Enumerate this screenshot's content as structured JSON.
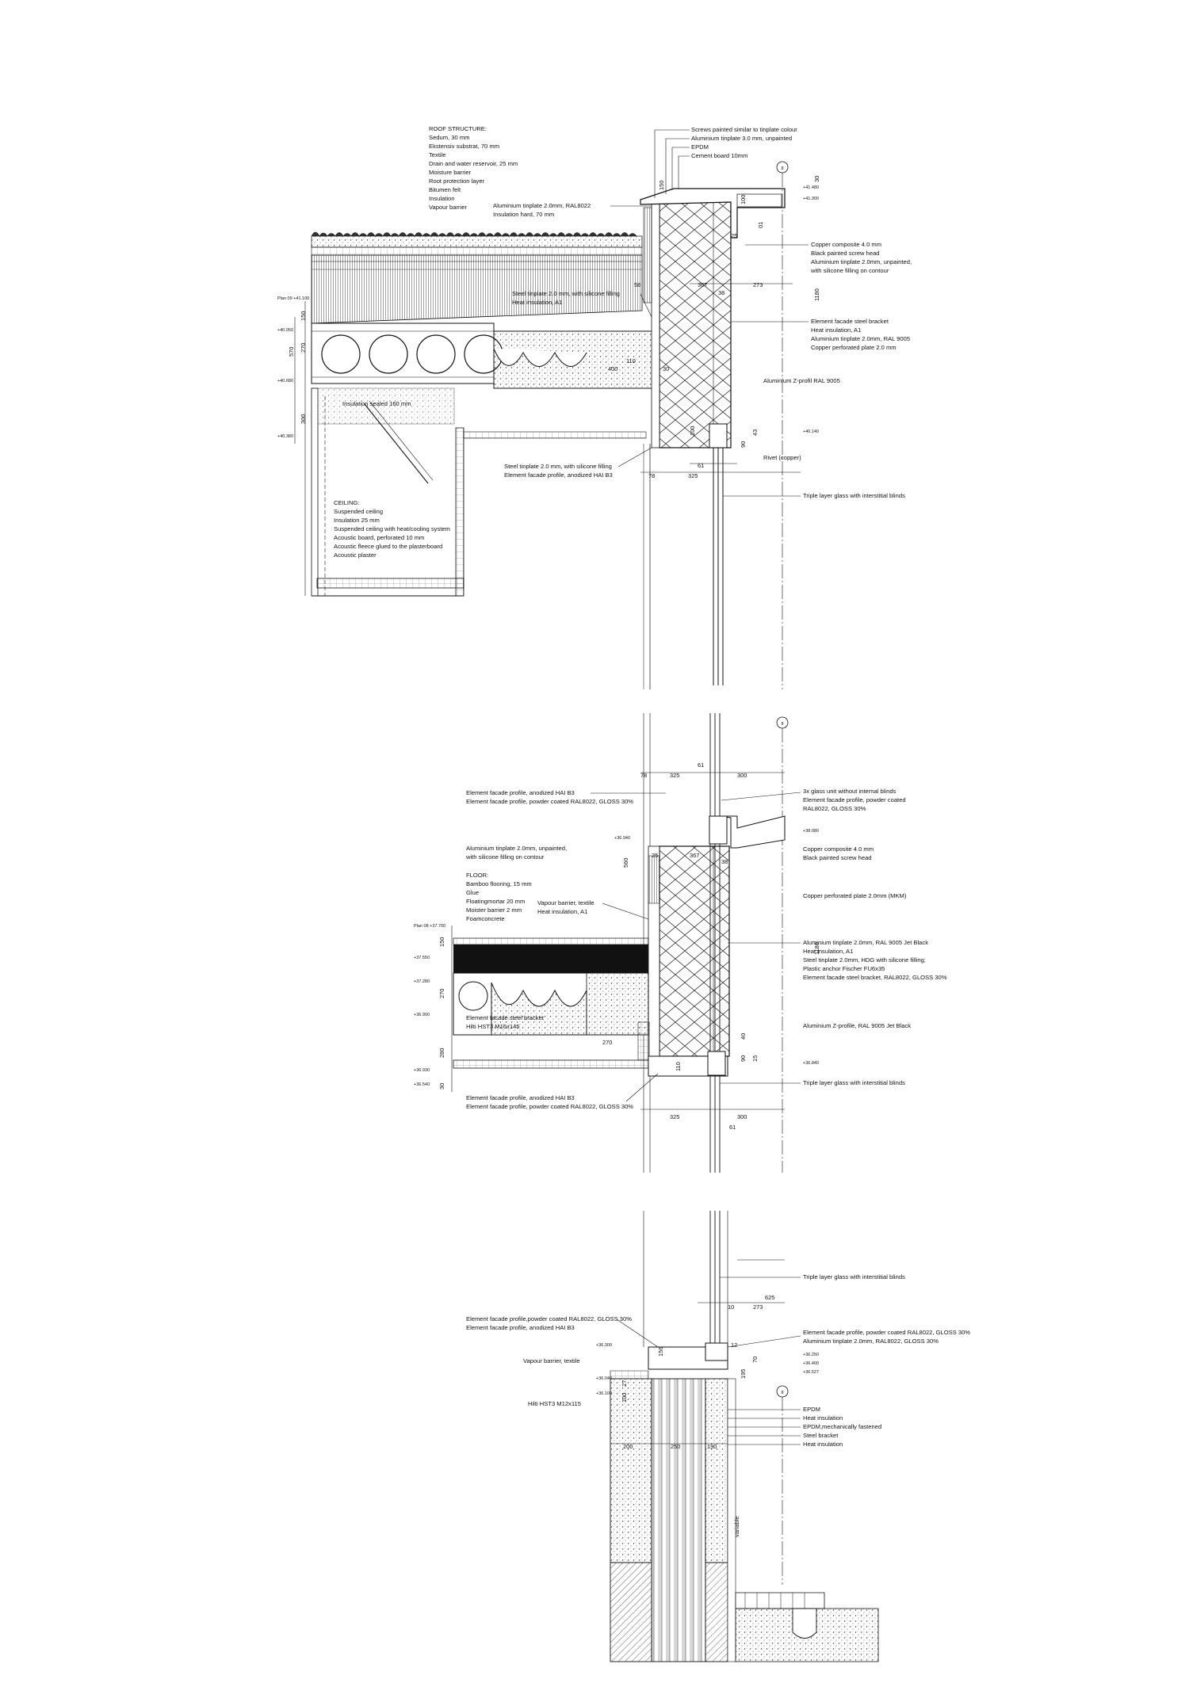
{
  "roof": {
    "structure": [
      "ROOF STRUCTURE:",
      "Sedum, 30 mm",
      "Ekstensiv substrat, 70 mm",
      "Textile",
      "Drain and water reservoir, 25 mm",
      "Moisture barrier",
      "Root protection layer",
      "Bitumen felt",
      "Insulation",
      "Vapour barrier"
    ],
    "top_callouts": [
      "Screws painted similar to tinplate colour",
      "Aluminium tinplate 3.0 mm, unpainted",
      "EPDM",
      "Cement board 10mm"
    ],
    "left_callouts": [
      "Aluminium tinplate 2.0mm, RAL8022",
      "Insulation hard, 70 mm"
    ],
    "mid_callouts": [
      "Steel tinplate 2.0 mm, with silicone filling",
      "Heat insulation, A1"
    ],
    "right_callouts_a": [
      "Copper composite 4.0 mm",
      "Black painted screw head",
      "Aluminium tinplate 2.0mm, unpainted,",
      "with silicone filling on contour"
    ],
    "right_callouts_b": [
      "Element facade steel bracket",
      "Heat insulation, A1",
      "Aluminium tinplate 2.0mm, RAL 9005",
      "Copper perforated plate 2.0 mm"
    ],
    "zprofile": "Aluminium Z-profil RAL 9005",
    "rivet": "Rivet (copper)",
    "bottom_callouts": [
      "Steel tinplate 2.0 mm, with silicone filling",
      "Element facade profile, anodized HAI B3"
    ],
    "glass": "Triple layer glass with interstitial blinds",
    "insulation_note": "Insulation sealed 160 mm",
    "ceiling": [
      "CEILING:",
      "Suspended ceiling",
      "Insulation 25 mm",
      "Suspended ceiling with heat/cooling system",
      "Acoustic board, perforated 10 mm",
      "Acoustic fleece glued to the plasterboard",
      "Acoustic plaster"
    ],
    "grid_label": "8",
    "dims": [
      "150",
      "100",
      "01",
      "25",
      "30",
      "58",
      "367",
      "38",
      "273",
      "1180",
      "110",
      "400",
      "30",
      "100",
      "90",
      "43",
      "61",
      "78",
      "325",
      "570",
      "270",
      "300",
      "150"
    ],
    "levels": [
      "Plan 09 +41.100",
      "+40.950",
      "+40.680",
      "+40.380",
      "+41.480",
      "+41.300",
      "+40.140"
    ]
  },
  "floor": {
    "top_callouts_left": [
      "Element facade profile, anodized HAI B3",
      "Element facade profile, powder coated RAL8022, GLOSS 30%"
    ],
    "top_callouts_right": [
      "3x glass unit without internal blinds",
      "Element facade profile, powder coated",
      "RAL8022, GLOSS 30%"
    ],
    "tinplate": [
      "Aluminium tinplate 2.0mm, unpainted,",
      "with silicone filling on contour"
    ],
    "floor_build": [
      "FLOOR:",
      "Bamboo flooring, 15 mm",
      "Glue",
      "Floatingmortar 20 mm",
      "Moister barrier 2 mm",
      "Foamconcrete"
    ],
    "vapour": [
      "Vapour barrier, textile",
      "Heat insulation, A1"
    ],
    "right_a": [
      "Copper composite 4.0 mm",
      "Black painted screw head"
    ],
    "right_b": "Copper perforated plate 2.0mm (MKM)",
    "right_c": [
      "Aluminium tinplate 2.0mm, RAL 9005 Jet Black",
      "Heat insulation, A1",
      "Steel tinplate 2.0mm, HDG with silicone filling;",
      "Plastic anchor Fischer FU6x35",
      "Element facade steel bracket, RAL8022, GLOSS 30%"
    ],
    "zprofile": "Aluminium Z-profile, RAL 9005 Jet Black",
    "bracket": [
      "Element facade steel bracket",
      "Hilti HST3 M16x145"
    ],
    "bottom_callouts": [
      "Element facade profile, anodized HAI B3",
      "Element facade profile, powder coated RAL8022, GLOSS 30%"
    ],
    "glass": "Triple layer glass with interstitial blinds",
    "grid_label": "8",
    "dims": [
      "78",
      "325",
      "61",
      "300",
      "560",
      "25",
      "367",
      "38",
      "1180",
      "270",
      "110",
      "40",
      "90",
      "15",
      "325",
      "300",
      "61",
      "150",
      "270",
      "280",
      "30"
    ],
    "levels": [
      "Plan 08 +37.700",
      "+37.550",
      "+37.280",
      "+36.900",
      "+36.930",
      "+36.540",
      "+38.080",
      "+36.840",
      "+36.940"
    ]
  },
  "ground": {
    "glass": "Triple layer glass with interstitial blinds",
    "left_callouts": [
      "Element facade profile,powder coated RAL8022, GLOSS 30%",
      "Element facade profile, anodized HAI B3"
    ],
    "right_callouts": [
      "Element facade profile, powder coated RAL8022, GLOSS 30%",
      "Aluminium tinplate 2.0mm, RAL8022, GLOSS 30%"
    ],
    "vapour": "Vapour barrier, textile",
    "hilti": "Hilti HST3 M12x115",
    "layers": [
      "EPDM",
      "Heat insulation",
      "EPDM,mechanically fastened",
      "Steel bracket",
      "Heat insulation"
    ],
    "variable": "variable",
    "grid_label": "8",
    "dims": [
      "625",
      "273",
      "10",
      "156",
      "27",
      "100",
      "200",
      "250",
      "190",
      "195",
      "70",
      "12"
    ],
    "levels": [
      "+36.300",
      "+36.040",
      "+36.250",
      "+36.400",
      "+36.527",
      "+36.100"
    ]
  }
}
